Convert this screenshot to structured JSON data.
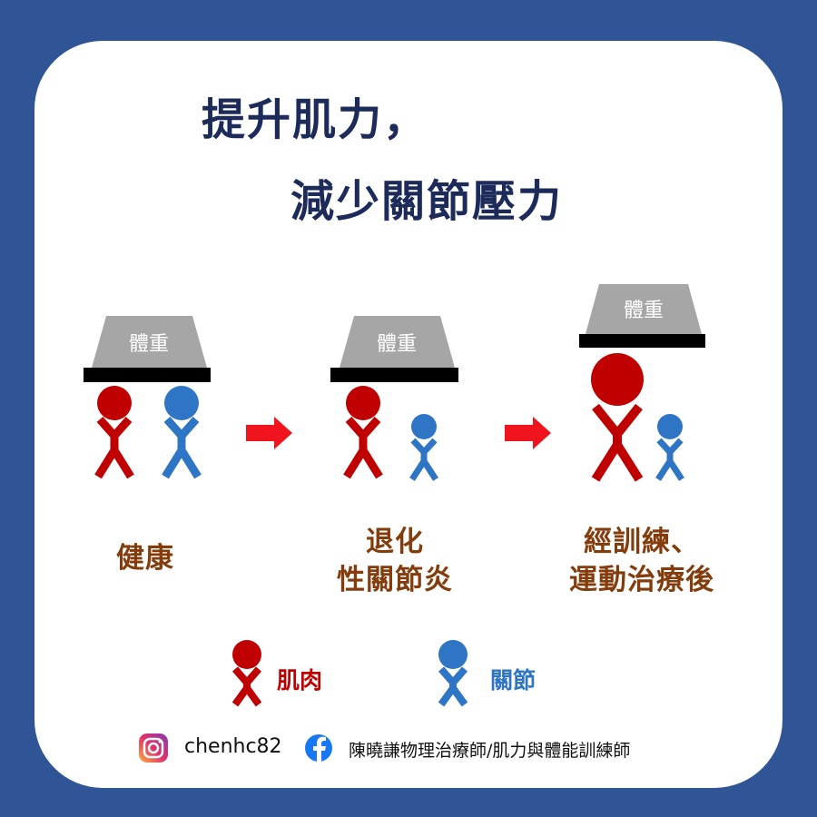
{
  "title": {
    "line1": "提升肌力，",
    "line2": "減少關節壓力"
  },
  "weight_label": "體重",
  "stages": [
    {
      "label_lines": [
        "健康"
      ]
    },
    {
      "label_lines": [
        "退化",
        "性關節炎"
      ]
    },
    {
      "label_lines": [
        "經訓練、",
        "運動治療後"
      ]
    }
  ],
  "legend": {
    "muscle": "肌肉",
    "joint": "關節"
  },
  "colors": {
    "background": "#2f5597",
    "title": "#1c2b5a",
    "label": "#843c0c",
    "muscle": "#c00000",
    "joint": "#2e75c6",
    "arrow": "#f0141e",
    "weight": "#a6a6a6"
  },
  "footer": {
    "instagram_handle": "chenhc82",
    "facebook_name": "陳曉謙物理治療師/肌力與體能訓練師"
  }
}
